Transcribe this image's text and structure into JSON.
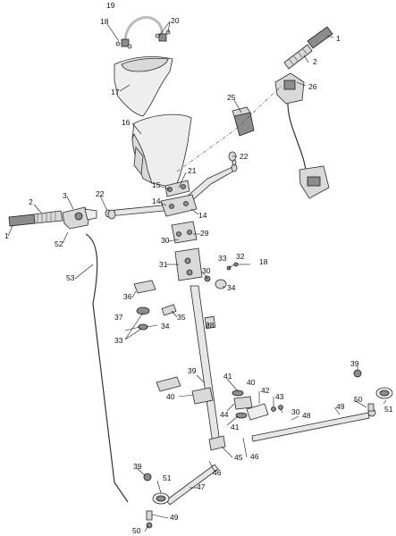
{
  "callouts": {
    "p1": "1",
    "p2": "2",
    "p3": "3",
    "p12": "1",
    "p22": "2",
    "p14": "14",
    "p14b": "14",
    "p15": "15",
    "p16": "16",
    "p17": "17",
    "p18": "18",
    "p18b": "18",
    "p19": "19",
    "p20": "20",
    "p21": "21",
    "p22a": "22",
    "p22b": "22",
    "p25": "25",
    "p26": "26",
    "p29": "29",
    "p30": "30",
    "p30b": "30",
    "p30c": "30",
    "p31": "31",
    "p32": "32",
    "p33": "33",
    "p33b": "33",
    "p34": "34",
    "p34b": "34",
    "p35": "35",
    "p36": "36",
    "p37": "37",
    "p38": "38",
    "p39": "39",
    "p39b": "39",
    "p39c": "39",
    "p40": "40",
    "p40b": "40",
    "p41": "41",
    "p41b": "41",
    "p42": "42",
    "p43": "43",
    "p44": "44",
    "p45": "45",
    "p46": "46",
    "p46b": "46",
    "p47": "47",
    "p48": "48",
    "p49": "49",
    "p49b": "49",
    "p50": "50",
    "p50b": "50",
    "p51": "51",
    "p51b": "51",
    "p52": "52",
    "p53": "53"
  }
}
